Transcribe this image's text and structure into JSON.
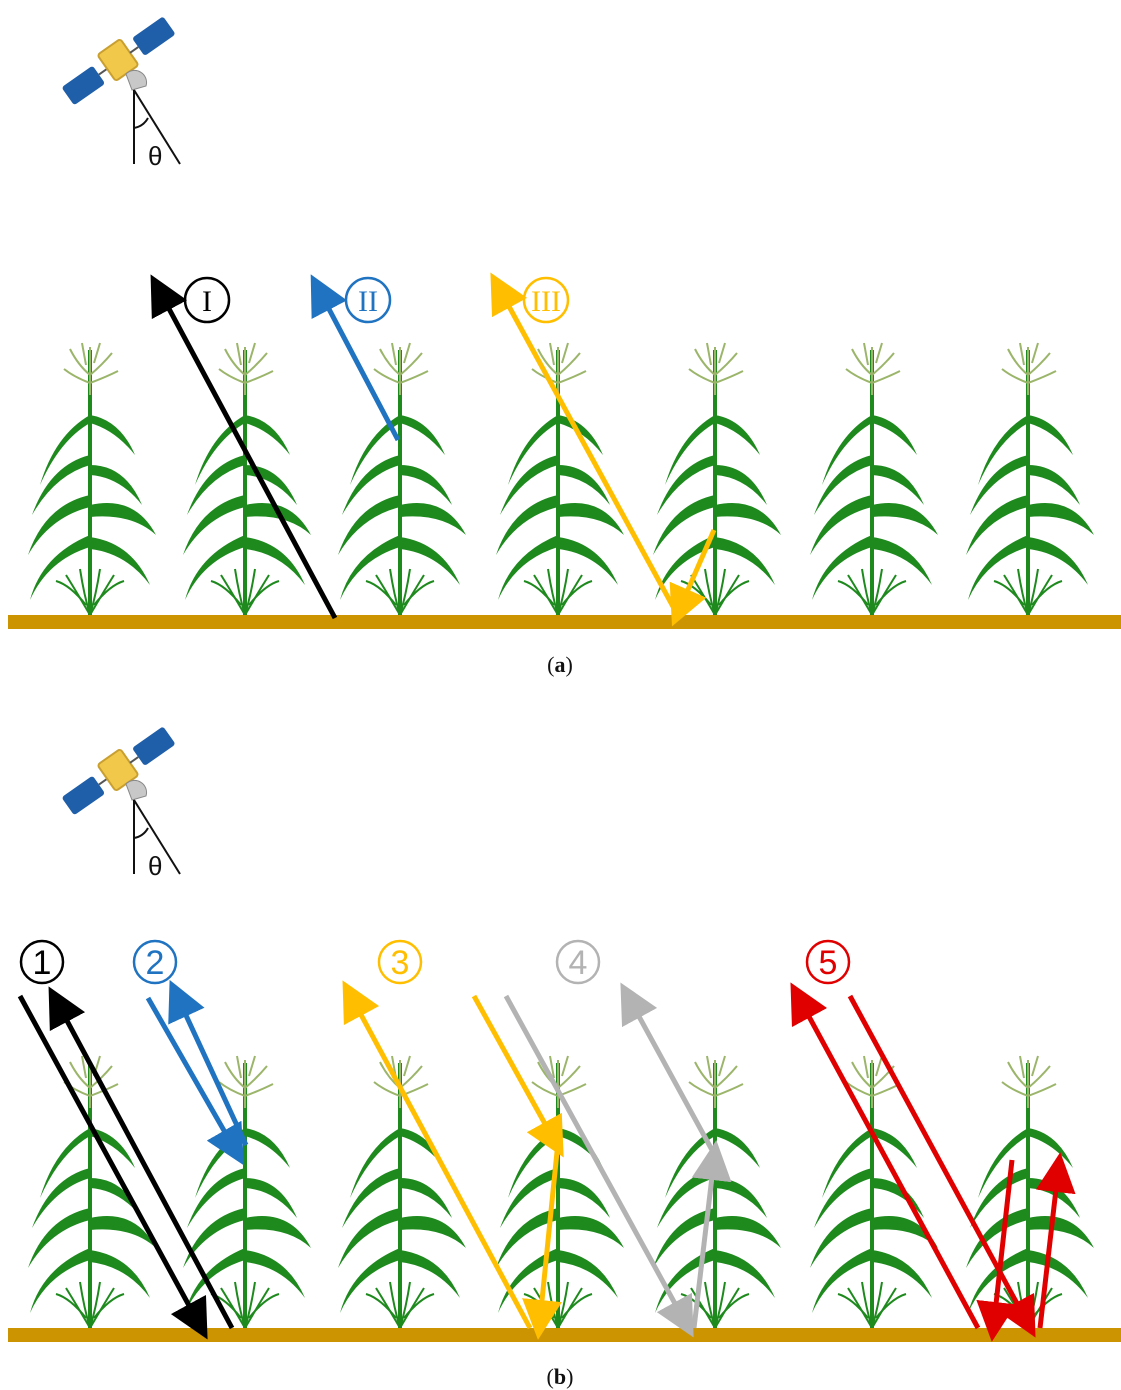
{
  "figure": {
    "panels": [
      {
        "id": "a",
        "caption_label": "a",
        "view_angle_symbol": "θ",
        "plant_count": 7,
        "paths": [
          {
            "label": "I",
            "color": "#000000"
          },
          {
            "label": "II",
            "color": "#1f73c1"
          },
          {
            "label": "III",
            "color": "#ffbf00"
          }
        ]
      },
      {
        "id": "b",
        "caption_label": "b",
        "view_angle_symbol": "θ",
        "plant_count": 7,
        "paths": [
          {
            "label": "1",
            "color": "#000000"
          },
          {
            "label": "2",
            "color": "#1f73c1"
          },
          {
            "label": "3",
            "color": "#ffbf00"
          },
          {
            "label": "4",
            "color": "#b3b3b3"
          },
          {
            "label": "5",
            "color": "#e00000"
          }
        ]
      }
    ],
    "colors": {
      "ground": "#cc9400",
      "stem": "#1e8a1e",
      "tassel": "#9bb56a",
      "satellite_body": "#f2c84b",
      "satellite_panel": "#1f5ea8",
      "antenna": "#c8c8c8"
    },
    "icons": [
      "satellite-icon",
      "maize-plant-icon"
    ]
  }
}
